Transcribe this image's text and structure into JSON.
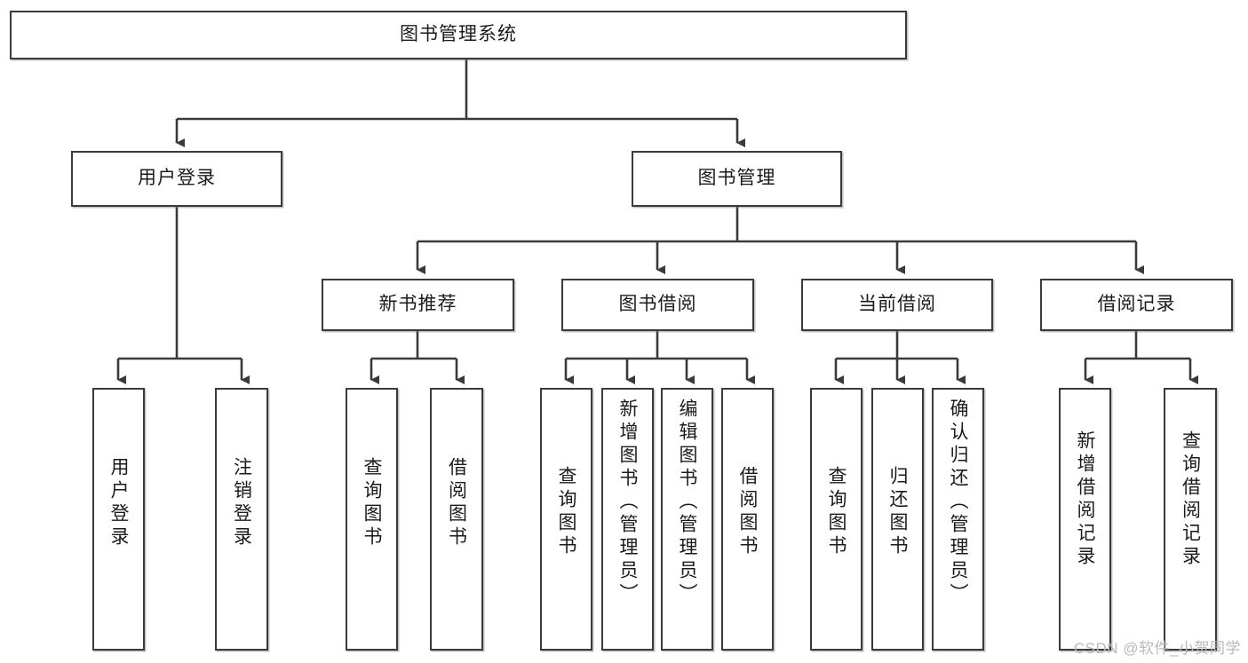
{
  "diagram": {
    "title": "图书管理系统",
    "watermark": "CSDN @软件_小贺同学",
    "type": "tree",
    "root": {
      "label": "图书管理系统"
    },
    "level2": [
      {
        "label": "用户登录"
      },
      {
        "label": "图书管理"
      }
    ],
    "level3": [
      {
        "label": "新书推荐"
      },
      {
        "label": "图书借阅"
      },
      {
        "label": "当前借阅"
      },
      {
        "label": "借阅记录"
      }
    ],
    "leaves": {
      "user_login": [
        {
          "label": "用户登录"
        },
        {
          "label": "注销登录"
        }
      ],
      "new_book_recommend": [
        {
          "label": "查询图书"
        },
        {
          "label": "借阅图书"
        }
      ],
      "book_borrow": [
        {
          "label": "查询图书"
        },
        {
          "label": "新增图书（管理员）"
        },
        {
          "label": "编辑图书（管理员）"
        },
        {
          "label": "借阅图书"
        }
      ],
      "current_borrow": [
        {
          "label": "查询图书"
        },
        {
          "label": "归还图书"
        },
        {
          "label": "确认归还（管理员）"
        }
      ],
      "borrow_record": [
        {
          "label": "新增借阅记录"
        },
        {
          "label": "查询借阅记录"
        }
      ]
    },
    "colors": {
      "border": "#3a3a3a",
      "text": "#1b1b1b",
      "background": "#ffffff",
      "watermark": "#b9b9b9"
    }
  }
}
